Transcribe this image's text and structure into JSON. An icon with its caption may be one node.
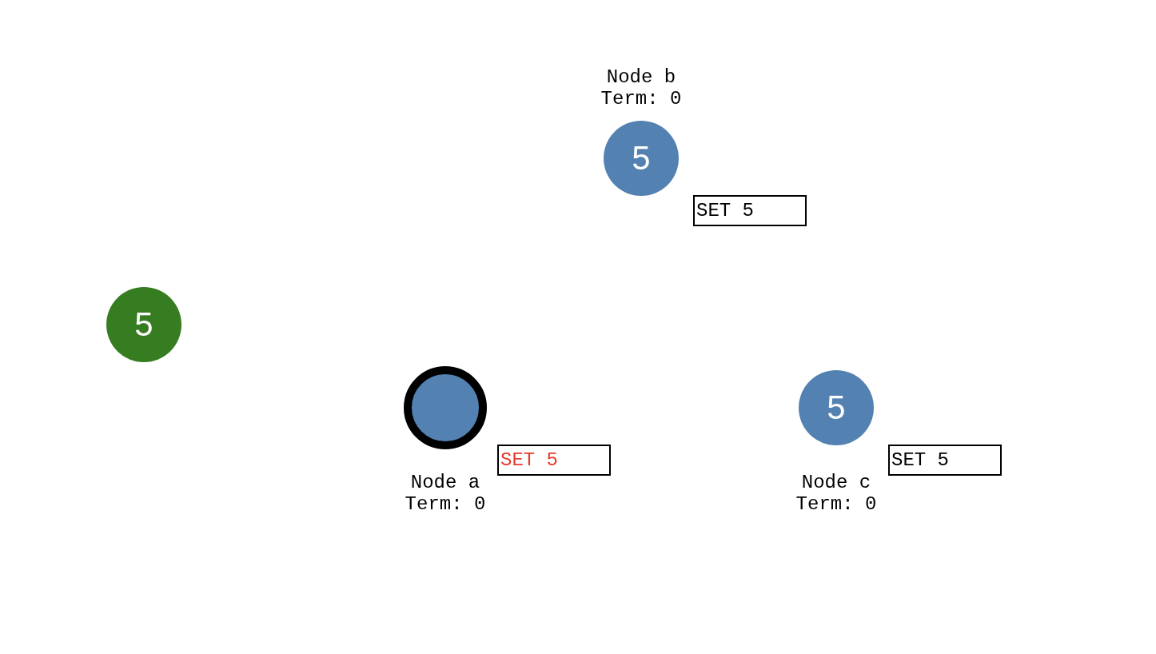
{
  "diagram": {
    "nodes": [
      {
        "text": [
          "5"
        ],
        "beside": [
          "Node b",
          "Term: 0"
        ]
      },
      {
        "text": [
          "SET 5"
        ]
      },
      {
        "text": [
          "5"
        ]
      },
      {
        "text": [],
        "shape": "circle",
        "beside": [
          "Node a",
          "Term: 0"
        ]
      },
      {
        "text": [
          "SET 5"
        ]
      },
      {
        "text": [
          "5"
        ],
        "beside": [
          "Node c",
          "Term: 0"
        ]
      },
      {
        "text": [
          "SET 5"
        ]
      }
    ],
    "edges": []
  }
}
